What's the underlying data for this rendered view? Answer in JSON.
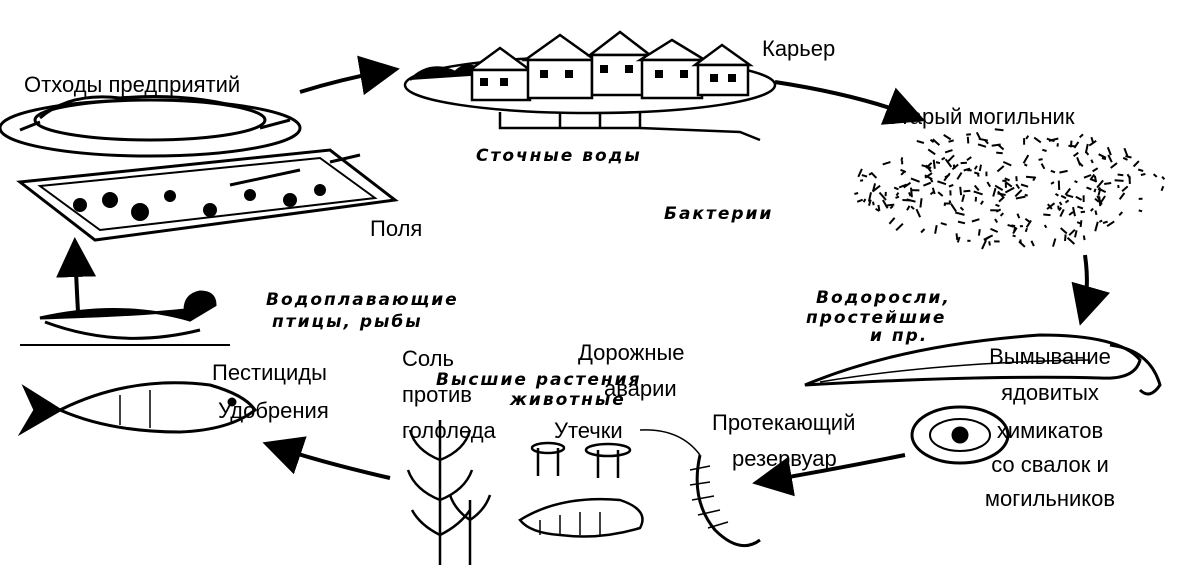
{
  "colors": {
    "ink": "#000000",
    "paper": "#ffffff"
  },
  "icons": [
    "town-icon",
    "landfill-icon",
    "processing-plant-icon",
    "fields-icon",
    "duck-icon",
    "fish-icon",
    "plants-icon",
    "bottles-icon",
    "shrimp-icon",
    "worm-icon",
    "algae-icon",
    "protozoa-icon"
  ],
  "labels": {
    "waste": "Отходы предприятий",
    "quarry": "Карьер",
    "old_burial": "Старый могильник",
    "fields": "Поля",
    "pesticides": "Пестициды",
    "fertilizers": "Удобрения",
    "salt_line1": "Соль",
    "salt_line2": "против",
    "salt_line3": "гололеда",
    "road_line1": "Дорожные",
    "road_line2": "аварии",
    "leaks": "Утечки",
    "flowing_line1": "Протекающий",
    "flowing_line2": "резервуар",
    "washout_line1": "Вымывание",
    "washout_line2": "ядовитых",
    "washout_line3": "химикатов",
    "washout_line4": "со свалок и",
    "washout_line5": "могильников"
  },
  "captions": {
    "sewage": "Сточные воды",
    "bacteria": "Бактерии",
    "waterfowl_line1": "Водоплавающие",
    "waterfowl_line2": "птицы, рыбы",
    "algae_line1": "Водоросли,",
    "algae_line2": "простейшие",
    "algae_line3": "и пр.",
    "higher_line1": "Высшие растения",
    "higher_line2": "животные"
  }
}
